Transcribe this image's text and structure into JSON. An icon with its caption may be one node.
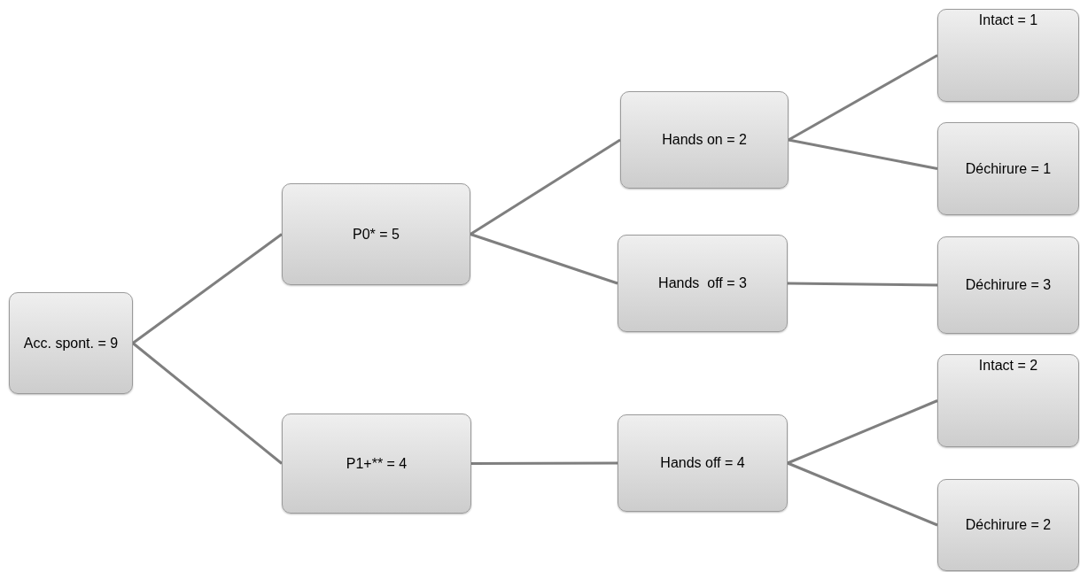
{
  "diagram": {
    "nodes": [
      {
        "text": [
          "Acc. spont. = 9"
        ]
      },
      {
        "text": [
          "P0* = 5"
        ]
      },
      {
        "text": [
          "P1+** = 4"
        ]
      },
      {
        "text": [
          "Hands on = 2"
        ]
      },
      {
        "text": [
          "Hands  off = 3"
        ]
      },
      {
        "text": [
          "Intact = 1"
        ]
      },
      {
        "text": [
          "Déchirure = 1"
        ]
      },
      {
        "text": [
          "Déchirure = 3"
        ]
      },
      {
        "text": [
          "Hands off = 4"
        ]
      },
      {
        "text": [
          "Intact = 2"
        ]
      },
      {
        "text": [
          "Déchirure = 2"
        ]
      }
    ],
    "edges": [
      {
        "from": 0,
        "to": 1,
        "arrow": "none"
      },
      {
        "from": 0,
        "to": 2,
        "arrow": "none"
      },
      {
        "from": 1,
        "to": 3,
        "arrow": "none"
      },
      {
        "from": 1,
        "to": 4,
        "arrow": "none"
      },
      {
        "from": 3,
        "to": 5,
        "arrow": "none"
      },
      {
        "from": 3,
        "to": 6,
        "arrow": "none"
      },
      {
        "from": 4,
        "to": 7,
        "arrow": "none"
      },
      {
        "from": 2,
        "to": 8,
        "arrow": "none"
      },
      {
        "from": 8,
        "to": 9,
        "arrow": "none"
      },
      {
        "from": 8,
        "to": 10,
        "arrow": "none"
      }
    ]
  }
}
